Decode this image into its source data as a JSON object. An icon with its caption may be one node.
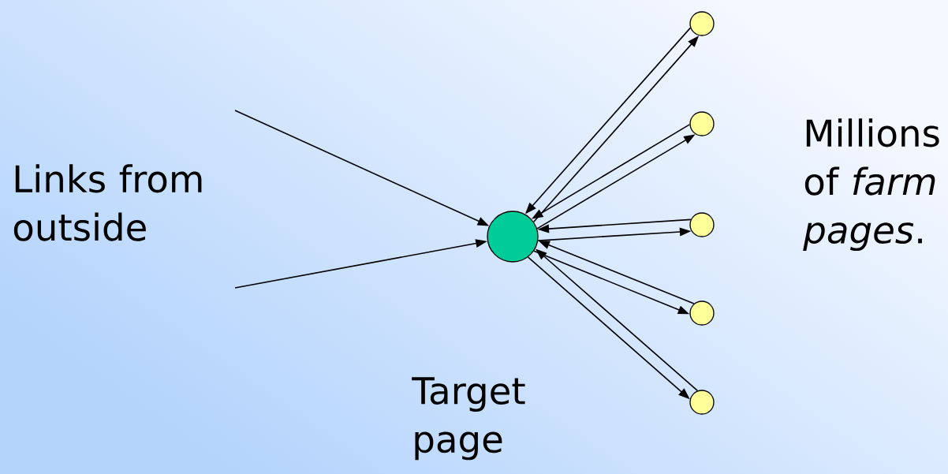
{
  "diagram": {
    "nodes": [
      {
        "text": [],
        "shape": "circle",
        "beside": [
          "Target page"
        ]
      },
      {
        "text": [],
        "shape": "circle"
      },
      {
        "text": [],
        "shape": "circle"
      },
      {
        "text": [],
        "shape": "circle"
      },
      {
        "text": [],
        "shape": "circle"
      },
      {
        "text": [],
        "shape": "circle"
      }
    ],
    "edges": [
      {
        "from": null,
        "to": 0,
        "arrow": "to"
      },
      {
        "from": null,
        "to": 0,
        "arrow": "to"
      },
      {
        "from": 1,
        "to": 0,
        "arrow": "to"
      },
      {
        "from": 0,
        "to": 1,
        "arrow": "to"
      },
      {
        "from": 2,
        "to": 0,
        "arrow": "to"
      },
      {
        "from": 0,
        "to": 2,
        "arrow": "to"
      },
      {
        "from": 3,
        "to": 0,
        "arrow": "to"
      },
      {
        "from": 0,
        "to": 3,
        "arrow": "to"
      },
      {
        "from": 4,
        "to": 0,
        "arrow": "to"
      },
      {
        "from": 0,
        "to": 4,
        "arrow": "to"
      },
      {
        "from": 5,
        "to": 0,
        "arrow": "to"
      },
      {
        "from": 0,
        "to": 5,
        "arrow": "to"
      }
    ],
    "labels": [
      "Links from outside",
      "Millions of *farm pages*."
    ]
  }
}
